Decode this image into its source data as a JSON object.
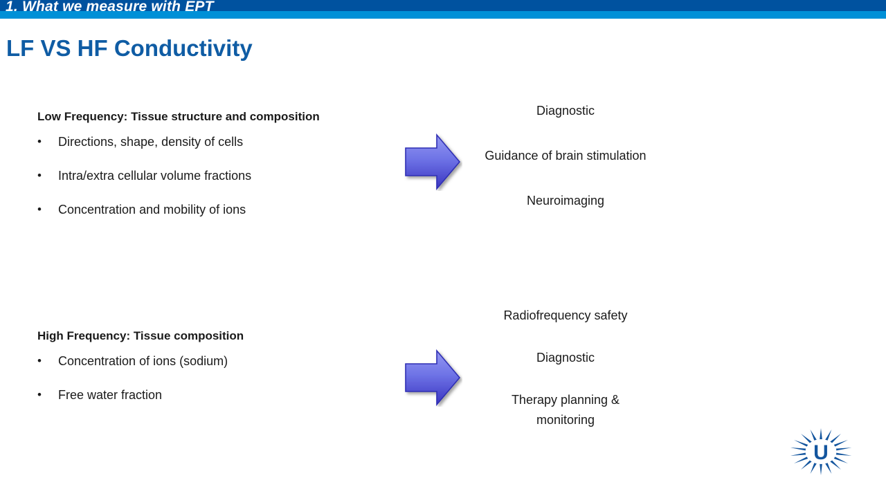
{
  "banner": {
    "section_label": "1. What we measure with EPT",
    "dark_color": "#00529f",
    "light_color": "#0090d7"
  },
  "title": {
    "text": "LF VS HF Conductivity",
    "color": "#0f5ca4"
  },
  "low_frequency": {
    "heading": "Low Frequency:  Tissue structure and composition",
    "bullet_glyph": "•",
    "bullets": [
      "Directions, shape, density of cells",
      "Intra/extra cellular volume fractions",
      "Concentration and mobility of ions"
    ],
    "applications": [
      "Diagnostic",
      "Guidance of brain stimulation",
      "Neuroimaging"
    ]
  },
  "high_frequency": {
    "heading": "High Frequency:  Tissue composition",
    "bullet_glyph": "•",
    "bullets": [
      "Concentration of ions (sodium)",
      "Free water fraction"
    ],
    "applications": [
      "Radiofrequency safety",
      "Diagnostic",
      "Therapy planning & monitoring"
    ]
  },
  "arrow": {
    "direction": "right",
    "gradient_top": "#8f93ee",
    "gradient_bottom": "#3b36c2",
    "outline": "#2b2bb0"
  },
  "logo": {
    "name": "Utrecht University",
    "letter": "U",
    "color": "#13559e"
  }
}
